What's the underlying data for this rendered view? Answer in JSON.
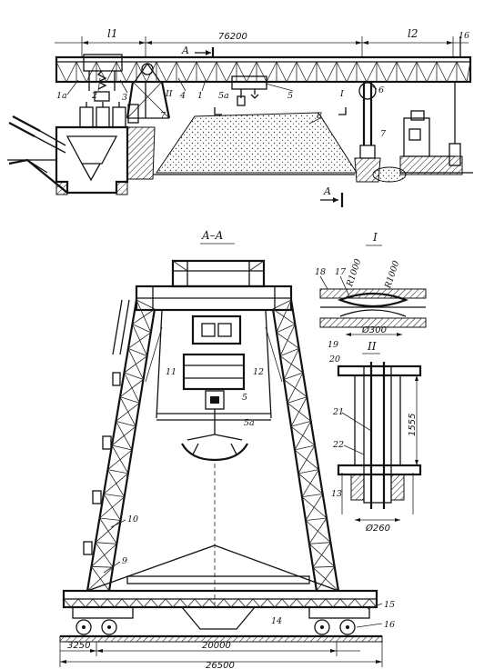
{
  "elevation": {
    "span_dim": "76200",
    "cantilever_left": "l1",
    "cantilever_right": "l2",
    "section_mark_top": "A",
    "section_mark_bottom": "A",
    "callouts": [
      "1a",
      "2",
      "3",
      "II",
      "4",
      "1",
      "5a",
      "5",
      "I",
      "6",
      "7",
      "7",
      "8",
      "16"
    ]
  },
  "section_aa": {
    "title": "A–A",
    "callouts": [
      "11",
      "12",
      "5",
      "5a",
      "10",
      "9",
      "14",
      "15",
      "16"
    ],
    "dims": {
      "left": "3250",
      "middle": "20000",
      "total": "26500"
    }
  },
  "detail_i": {
    "title": "I",
    "callouts": [
      "18",
      "17",
      "19"
    ],
    "radius_1": "R1000",
    "radius_2": "R1000",
    "diameter": "Ø300"
  },
  "detail_ii": {
    "title": "II",
    "callouts": [
      "20",
      "21",
      "22",
      "13"
    ],
    "height": "1555",
    "diameter": "Ø260"
  }
}
